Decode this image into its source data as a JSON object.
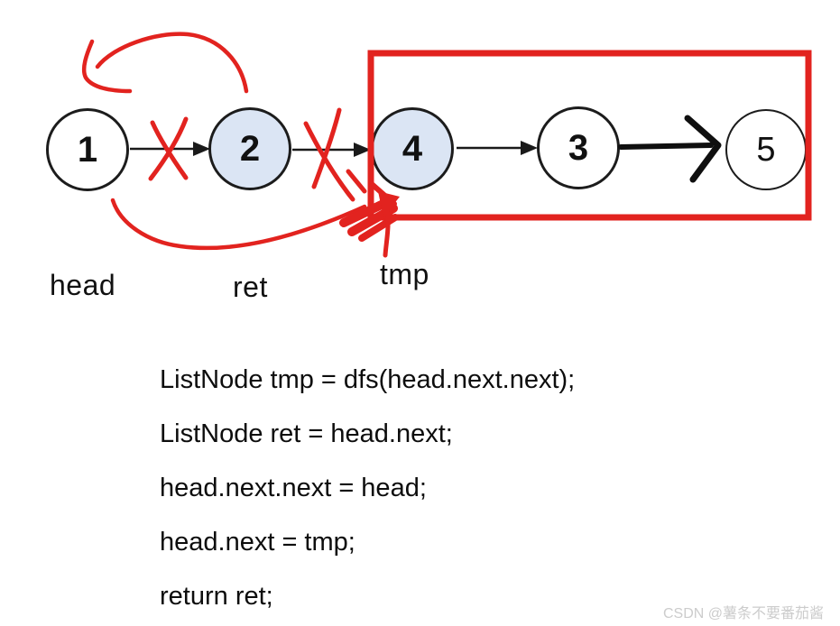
{
  "diagram": {
    "nodes": [
      {
        "value": "1",
        "variant": "plain"
      },
      {
        "value": "2",
        "variant": "highlight"
      },
      {
        "value": "4",
        "variant": "highlight"
      },
      {
        "value": "3",
        "variant": "plain"
      },
      {
        "value": "5",
        "variant": "plain"
      }
    ],
    "pointer_labels": [
      {
        "label": "head"
      },
      {
        "label": "ret"
      },
      {
        "label": "tmp"
      }
    ],
    "colors": {
      "node_fill_highlight": "#dbe5f4",
      "node_stroke": "#1c1c1c",
      "arrow_black": "#1a1a1a",
      "annotation_red": "#e2231f"
    }
  },
  "code": {
    "lines": [
      "ListNode tmp = dfs(head.next.next);",
      "ListNode ret = head.next;",
      "head.next.next = head;",
      "head.next = tmp;",
      "return ret;"
    ]
  },
  "watermark": {
    "text": "CSDN @薯条不要番茄酱"
  }
}
